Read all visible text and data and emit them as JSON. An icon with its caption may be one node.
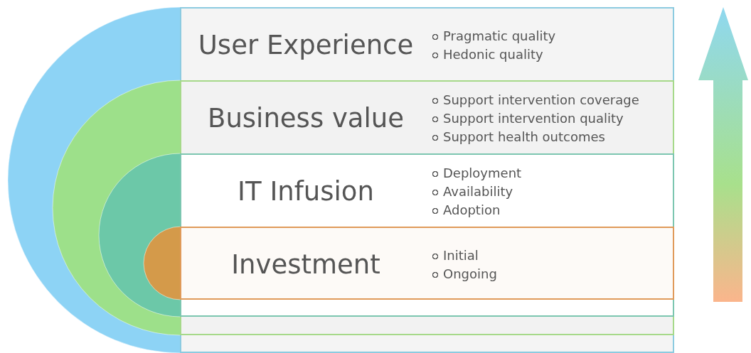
{
  "diagram": {
    "nodes": [
      {
        "text": [
          "User Experience",
          "Pragmatic quality",
          "Hedonic quality"
        ]
      },
      {
        "text": [
          "Business value",
          "Support intervention coverage",
          "Support intervention quality",
          "Support health outcomes"
        ],
        "in": 0
      },
      {
        "text": [
          "IT Infusion",
          "Deployment",
          "Availability",
          "Adoption"
        ],
        "in": 1
      },
      {
        "text": [
          "Investment",
          "Initial",
          "Ongoing"
        ],
        "in": 2
      }
    ]
  }
}
